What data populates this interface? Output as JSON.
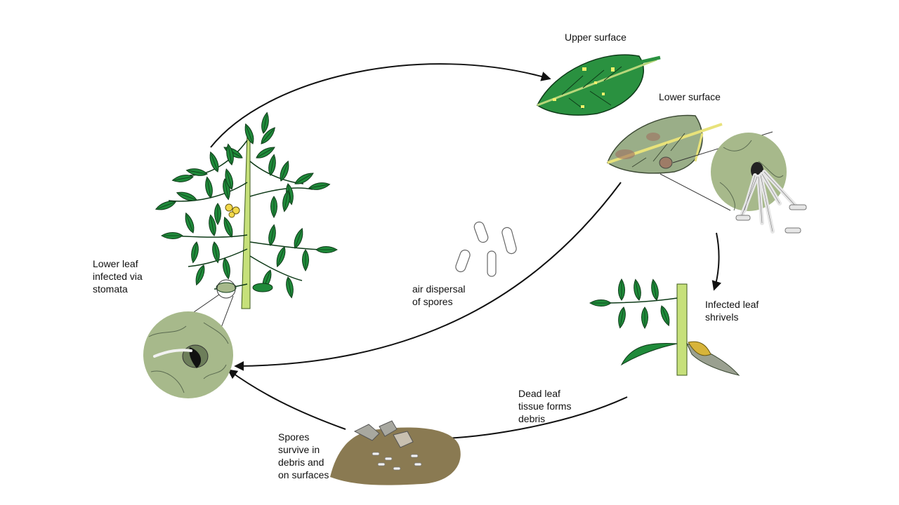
{
  "diagram": {
    "labels": {
      "upper_surface": "Upper surface",
      "lower_surface": "Lower surface",
      "infected_leaf_shrivels": "Infected leaf\nshrivels",
      "dead_leaf_debris": "Dead leaf\ntissue forms\ndebris",
      "spores_survive": "Spores\nsurvive in\ndebris and\non surfaces",
      "air_dispersal": "air dispersal\nof spores",
      "lower_leaf_infected": "Lower leaf\ninfected via\nstomata"
    },
    "colors": {
      "leaf_green": "#1f8a3a",
      "leaf_outline": "#0e3a18",
      "stem_green": "#c6e07a",
      "lesion_gray_green": "#9aae88",
      "zoom_circle": "#a7b98b",
      "soil_brown": "#8a7a52",
      "yellow_spots": "#f0f06a",
      "arrow": "#111111"
    }
  }
}
